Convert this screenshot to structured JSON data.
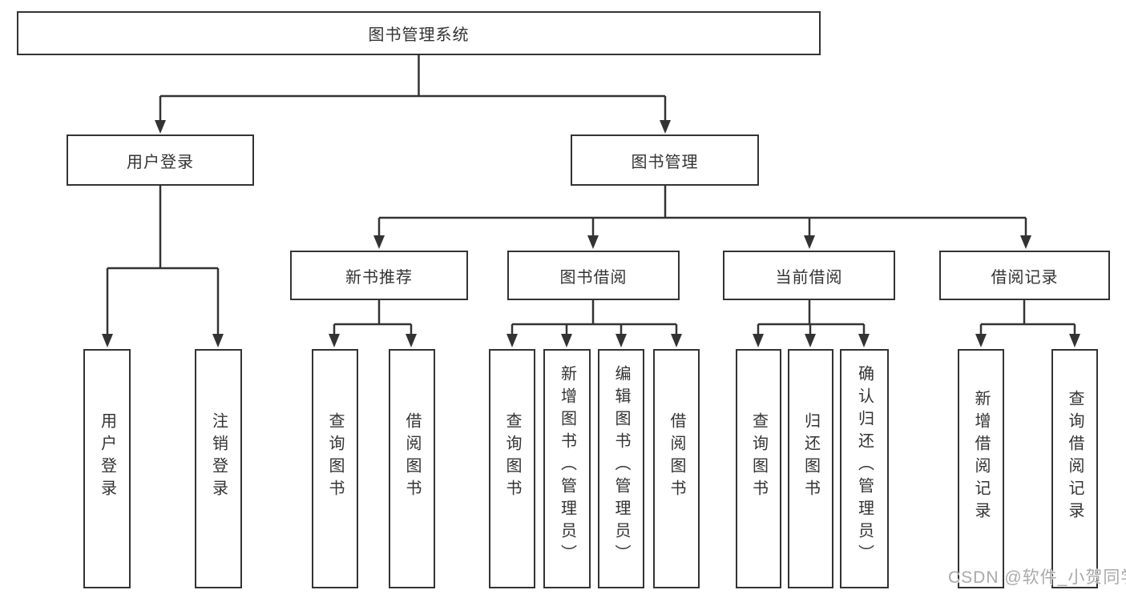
{
  "diagram": {
    "root": "图书管理系统",
    "branches": {
      "user_login": {
        "label": "用户登录",
        "children": {
          "login": "用户登录",
          "logout": "注销登录"
        }
      },
      "book_management": {
        "label": "图书管理",
        "children": {
          "new_book_recommend": {
            "label": "新书推荐",
            "children": {
              "query_books": "查询图书",
              "borrow_books": "借阅图书"
            }
          },
          "book_borrowing": {
            "label": "图书借阅",
            "children": {
              "query_books": "查询图书",
              "add_books": "新增图书（管理员）",
              "edit_books": "编辑图书（管理员）",
              "borrow_books": "借阅图书"
            }
          },
          "current_borrowing": {
            "label": "当前借阅",
            "children": {
              "query_books": "查询图书",
              "return_books": "归还图书",
              "confirm_return": "确认归还（管理员）"
            }
          },
          "borrowing_records": {
            "label": "借阅记录",
            "children": {
              "add_record": "新增借阅记录",
              "query_record": "查询借阅记录"
            }
          }
        }
      }
    },
    "watermark": "CSDN @软件_小贺同学"
  },
  "colors": {
    "line": "#333333",
    "text": "#333333",
    "background": "#ffffff",
    "watermark": "#a9a9a9"
  }
}
